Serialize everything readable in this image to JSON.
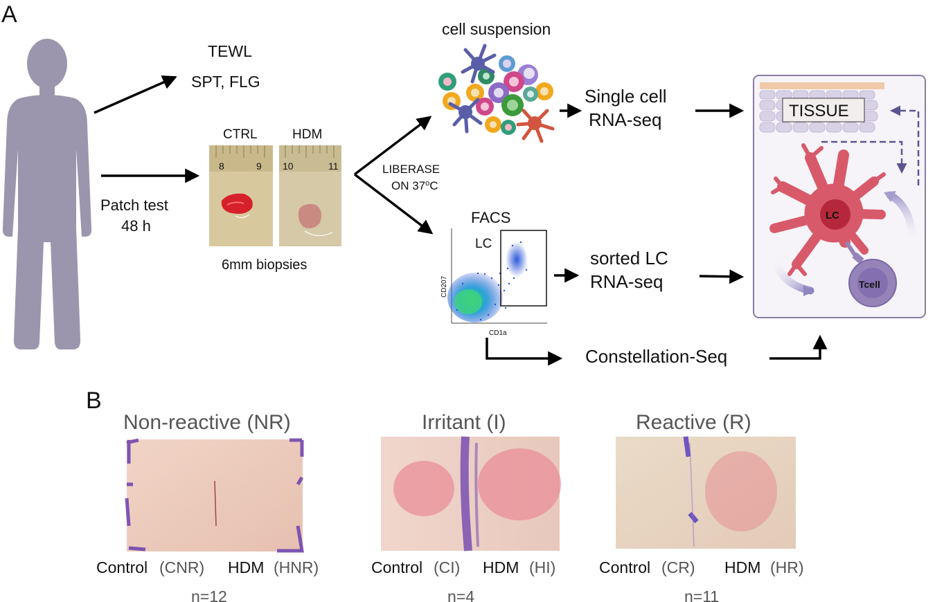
{
  "panel_a": {
    "label": "A",
    "tewl": "TEWL",
    "spt_flg": "SPT, FLG",
    "patch_test": "Patch test",
    "duration": "48 h",
    "ctrl": "CTRL",
    "hdm": "HDM",
    "biopsies": "6mm biopsies",
    "ruler_ctrl": [
      "8",
      "9"
    ],
    "ruler_hdm": [
      "10",
      "11"
    ],
    "liberase_1": "LIBERASE",
    "liberase_2": "ON 37",
    "liberase_sup": "o",
    "liberase_3": "C",
    "cell_suspension": "cell suspension",
    "single_cell_1": "Single cell",
    "single_cell_2": "RNA-seq",
    "facs": "FACS",
    "lc_gate": "LC",
    "y_axis": "CD207",
    "x_axis": "CD1a",
    "sorted_lc_1": "sorted LC",
    "sorted_lc_2": "RNA-seq",
    "constellation": "Constellation-Seq",
    "tissue": "TISSUE",
    "lc_cell": "LC",
    "tcell": "Tcell"
  },
  "panel_b": {
    "label": "B",
    "groups": [
      {
        "title": "Non-reactive (NR)",
        "control": "Control",
        "control_code": "(CNR)",
        "hdm": "HDM",
        "hdm_code": "(HNR)",
        "n": "n=12"
      },
      {
        "title": "Irritant (I)",
        "control": "Control",
        "control_code": "(CI)",
        "hdm": "HDM",
        "hdm_code": "(HI)",
        "n": "n=4"
      },
      {
        "title": "Reactive (R)",
        "control": "Control",
        "control_code": "(CR)",
        "hdm": "HDM",
        "hdm_code": "(HR)",
        "n": "n=11"
      }
    ]
  },
  "colors": {
    "figure": "#9b96ad",
    "box_border": "#8a7aa6",
    "lc_cell": "#d85a6a",
    "lc_nucleus": "#b5283b",
    "tcell": "#9684b8",
    "skin": "#e9c7b8",
    "marker": "#6a3fb0",
    "arrow": "#000000"
  }
}
